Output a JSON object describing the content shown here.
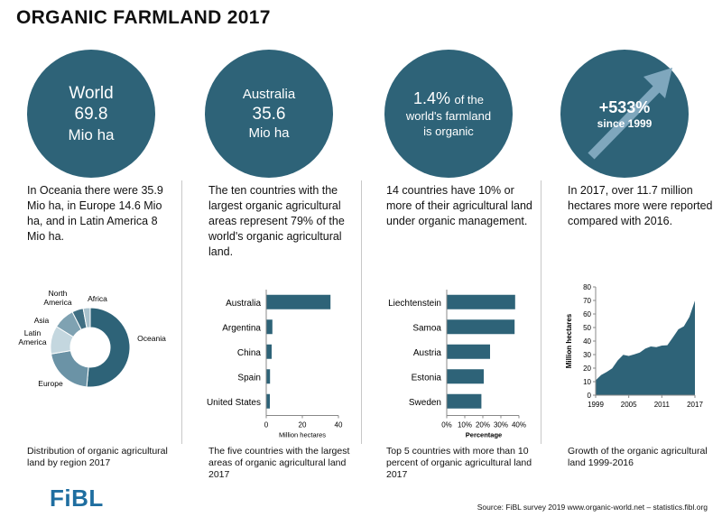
{
  "title": "ORGANIC FARMLAND 2017",
  "circles": {
    "world": {
      "line1": "World",
      "line2": "69.8",
      "line3": "Mio ha"
    },
    "australia": {
      "line1": "Australia",
      "line2": "35.6",
      "line3": "Mio ha"
    },
    "share": {
      "value": "1.4%",
      "line1": "of the",
      "line2": "world's farmland",
      "line3": "is organic"
    },
    "growth": {
      "value": "+533%",
      "line2": "since 1999"
    }
  },
  "descriptions": {
    "col1": "In Oceania there were 35.9 Mio ha, in Europe 14.6 Mio ha, and in Latin America 8 Mio ha.",
    "col2": "The ten countries with the largest organic agricultural areas represent 79% of the world's organic agricultural land.",
    "col3": "14 countries have 10% or more of their agricultural land under organic management.",
    "col4": "In 2017, over 11.7 million hectares more were reported compared with 2016."
  },
  "captions": {
    "col1": "Distribution of organic agricultural land by region 2017",
    "col2": "The five countries with the largest areas of organic agricultural land 2017",
    "col3": "Top 5 countries with more than 10 percent of organic agricultural land 2017",
    "col4": "Growth of the organic agricultural land 1999-2016"
  },
  "footer": {
    "source": "Source: FiBL survey 2019  www.organic-world.net – statistics.fibl.org",
    "logo": "FiBL"
  },
  "colors": {
    "accent": "#2e6378",
    "arrow": "#7fa7bd"
  },
  "chart_data": [
    {
      "type": "pie",
      "categories": [
        "Oceania",
        "Europe",
        "Latin America",
        "Asia",
        "North America",
        "Africa"
      ],
      "values": [
        35.9,
        14.6,
        8.0,
        6.1,
        3.2,
        2.0
      ],
      "colors": [
        "#2e6378",
        "#6b93a6",
        "#c4d7df",
        "#7fa2b2",
        "#3f6e82",
        "#a9c2cd"
      ]
    },
    {
      "type": "bar",
      "orientation": "horizontal",
      "categories": [
        "Australia",
        "Argentina",
        "China",
        "Spain",
        "United States"
      ],
      "values": [
        35.6,
        3.4,
        3.0,
        2.1,
        2.0
      ],
      "xlabel": "Million hectares",
      "xlim": [
        0,
        40
      ],
      "xticks": [
        "0",
        "20",
        "40"
      ]
    },
    {
      "type": "bar",
      "orientation": "horizontal",
      "categories": [
        "Liechtenstein",
        "Samoa",
        "Austria",
        "Estonia",
        "Sweden"
      ],
      "values": [
        37.9,
        37.6,
        24.0,
        20.5,
        19.2
      ],
      "xlabel": "Percentage",
      "xlim": [
        0,
        40
      ],
      "xticks": [
        "0%",
        "10%",
        "20%",
        "30%",
        "40%"
      ]
    },
    {
      "type": "area",
      "x": [
        1999,
        2000,
        2001,
        2002,
        2003,
        2004,
        2005,
        2006,
        2007,
        2008,
        2009,
        2010,
        2011,
        2012,
        2013,
        2014,
        2015,
        2016,
        2017
      ],
      "values": [
        11.0,
        14.9,
        17.2,
        19.8,
        25.7,
        29.8,
        29.0,
        30.2,
        31.5,
        34.4,
        36.0,
        35.5,
        36.7,
        36.9,
        42.7,
        48.7,
        50.9,
        57.8,
        69.8
      ],
      "ylabel": "Million hectares",
      "ylim": [
        0,
        80
      ],
      "yticks": [
        "0",
        "10",
        "20",
        "30",
        "40",
        "50",
        "60",
        "70",
        "80"
      ],
      "xticks": [
        "1999",
        "2005",
        "2011",
        "2017"
      ]
    }
  ]
}
